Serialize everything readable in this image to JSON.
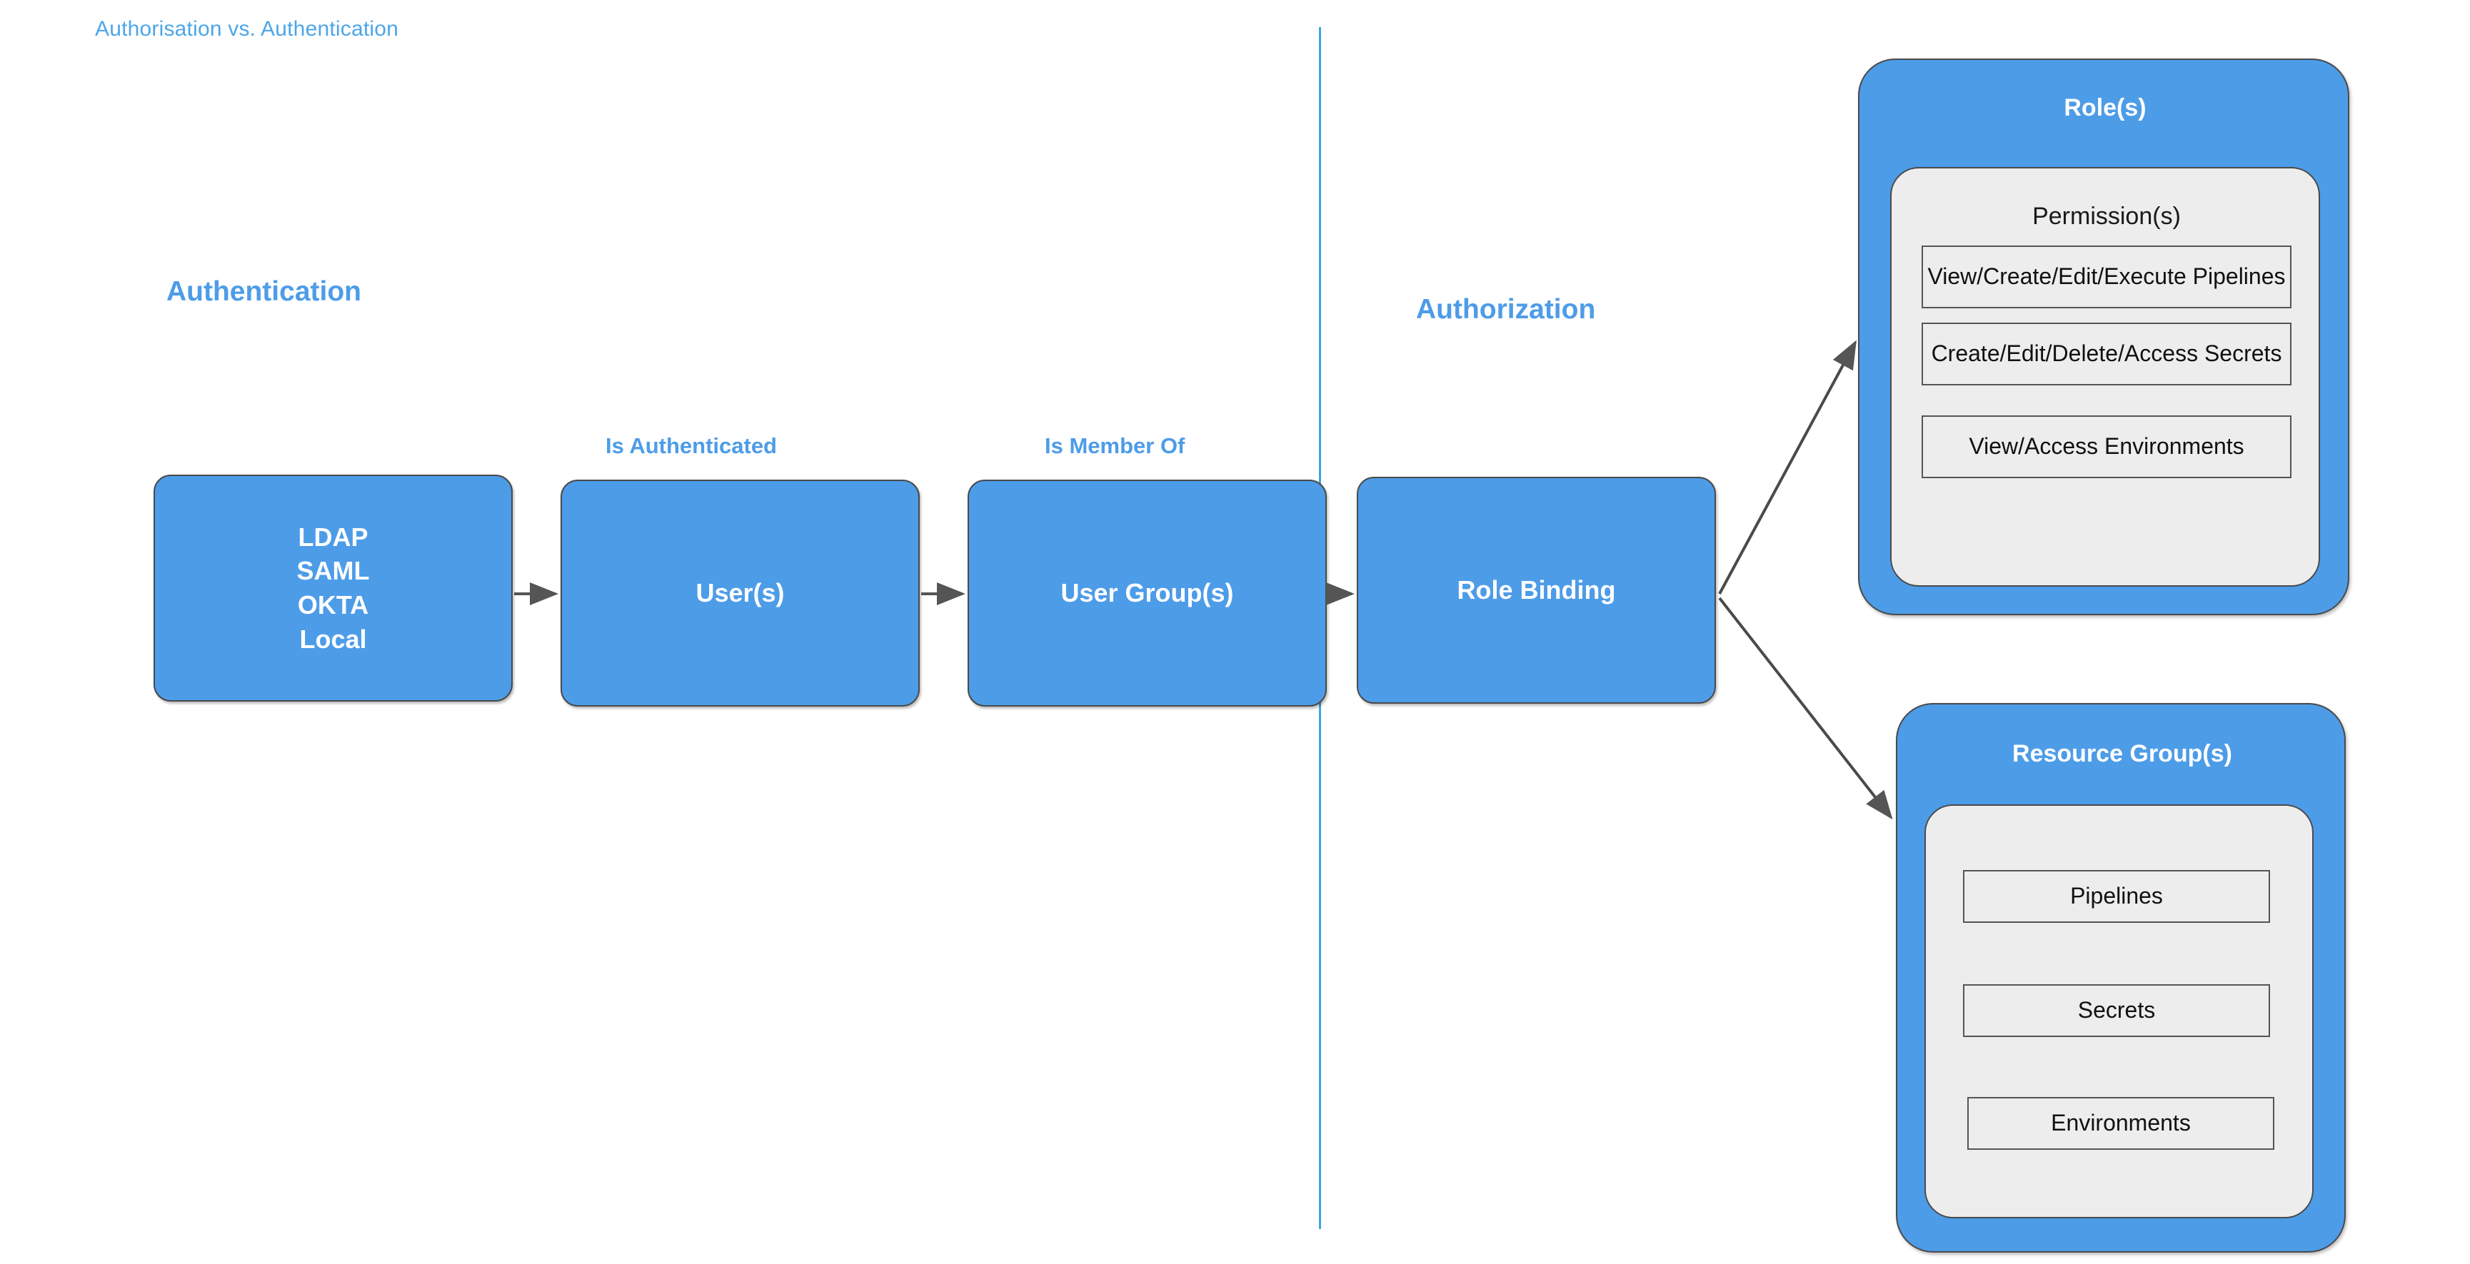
{
  "title": "Authorisation vs. Authentication",
  "colors": {
    "accent_blue": "#4D9CE8",
    "title_blue": "#4DA6E8",
    "divider_blue": "#41A5DE",
    "panel_gray": "#ededed",
    "border_gray": "#4a4a4a",
    "box_text": "#ffffff",
    "item_text": "#111111"
  },
  "sections": {
    "left_heading": "Authentication",
    "right_heading": "Authorization"
  },
  "edge_labels": {
    "is_authenticated": "Is Authenticated",
    "is_member_of": "Is Member Of"
  },
  "flow": {
    "boxes": [
      {
        "name": "identity-providers",
        "lines": [
          "LDAP",
          "SAML",
          "OKTA",
          "Local"
        ]
      },
      {
        "name": "users",
        "lines": [
          "User(s)"
        ]
      },
      {
        "name": "user-groups",
        "lines": [
          "User Group(s)"
        ]
      },
      {
        "name": "role-binding",
        "lines": [
          "Role Binding"
        ]
      }
    ]
  },
  "roles_panel": {
    "title": "Role(s)",
    "inner_title": "Permission(s)",
    "permissions": [
      "View/Create/Edit/Execute Pipelines",
      "Create/Edit/Delete/Access Secrets",
      "View/Access Environments"
    ]
  },
  "resources_panel": {
    "title": "Resource Group(s)",
    "resources": [
      "Pipelines",
      "Secrets",
      "Environments"
    ]
  }
}
